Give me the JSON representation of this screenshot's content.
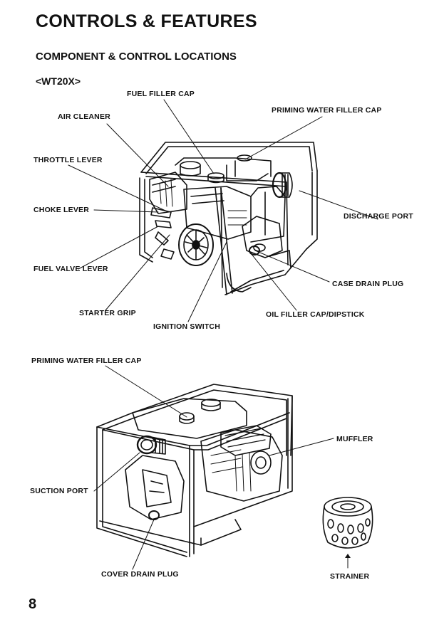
{
  "page": {
    "title": "CONTROLS & FEATURES",
    "subtitle": "COMPONENT & CONTROL LOCATIONS",
    "model": "<WT20X>",
    "page_number": "8"
  },
  "figure1": {
    "labels": {
      "fuel_filler_cap": "FUEL FILLER CAP",
      "priming_water_filler_cap": "PRIMING WATER FILLER CAP",
      "air_cleaner": "AIR CLEANER",
      "throttle_lever": "THROTTLE LEVER",
      "choke_lever": "CHOKE LEVER",
      "discharge_port": "DISCHARGE PORT",
      "fuel_valve_lever": "FUEL VALVE LEVER",
      "case_drain_plug": "CASE DRAIN PLUG",
      "starter_grip": "STARTER GRIP",
      "oil_filler_cap": "OIL FILLER CAP/DIPSTICK",
      "ignition_switch": "IGNITION SWITCH"
    }
  },
  "figure2": {
    "labels": {
      "priming_water_filler_cap": "PRIMING WATER FILLER CAP",
      "muffler": "MUFFLER",
      "suction_port": "SUCTION PORT",
      "cover_drain_plug": "COVER DRAIN PLUG",
      "strainer": "STRAINER"
    }
  }
}
